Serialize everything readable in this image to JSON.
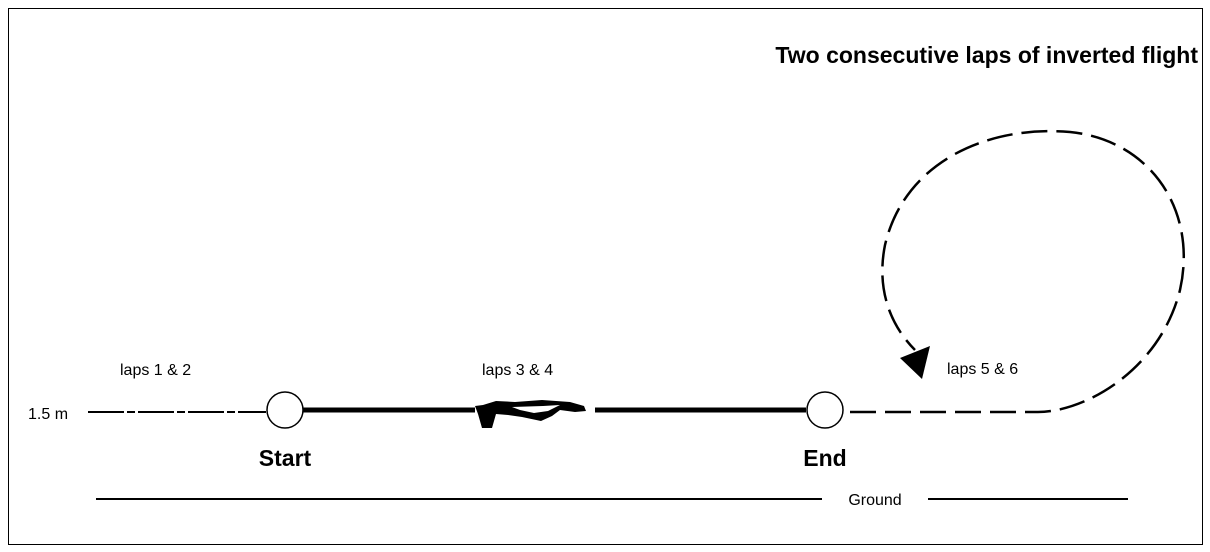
{
  "title": "Two consecutive laps of inverted flight",
  "labels": {
    "laps_1_2": "laps 1 & 2",
    "laps_3_4": "laps 3 & 4",
    "laps_5_6": "laps 5 & 6",
    "height": "1.5 m",
    "start": "Start",
    "end": "End",
    "ground": "Ground"
  },
  "colors": {
    "line": "#000000",
    "background": "#ffffff"
  }
}
